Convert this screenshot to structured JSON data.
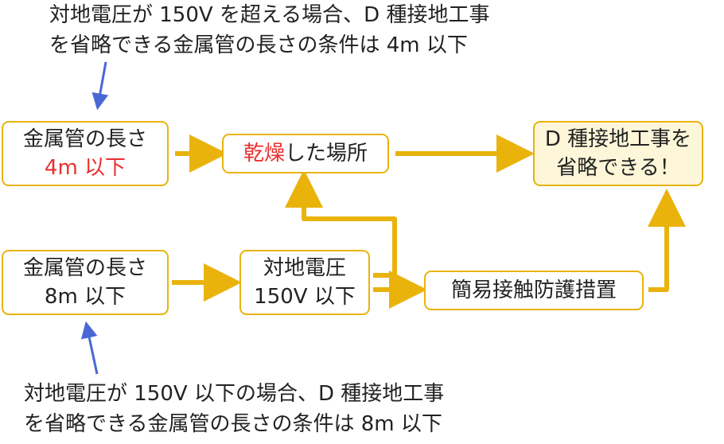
{
  "notes": {
    "top": {
      "line1": "対地電圧が 150V を超える場合、D 種接地工事",
      "line2": "を省略できる金属管の長さの条件は 4m 以下"
    },
    "bottom": {
      "line1": "対地電圧が 150V 以下の場合、D 種接地工事",
      "line2": "を省略できる金属管の長さの条件は 8m 以下"
    }
  },
  "boxes": {
    "pipe_4m": {
      "line1": "金属管の長さ",
      "line2": "4m 以下"
    },
    "dry_place": {
      "highlight": "乾燥",
      "rest": "した場所"
    },
    "omit": {
      "line1": "D 種接地工事を",
      "line2": "省略できる！"
    },
    "pipe_8m": {
      "line1": "金属管の長さ",
      "line2": "8m 以下"
    },
    "voltage": {
      "line1": "対地電圧",
      "line2": "150V 以下"
    },
    "protection": {
      "label": "簡易接触防護措置"
    }
  },
  "colors": {
    "box_border": "#e9b30c",
    "arrow": "#e9b30c",
    "pointer": "#4a67d6",
    "highlight": "#e8302e",
    "goal_fill": "#fdf6d8"
  }
}
